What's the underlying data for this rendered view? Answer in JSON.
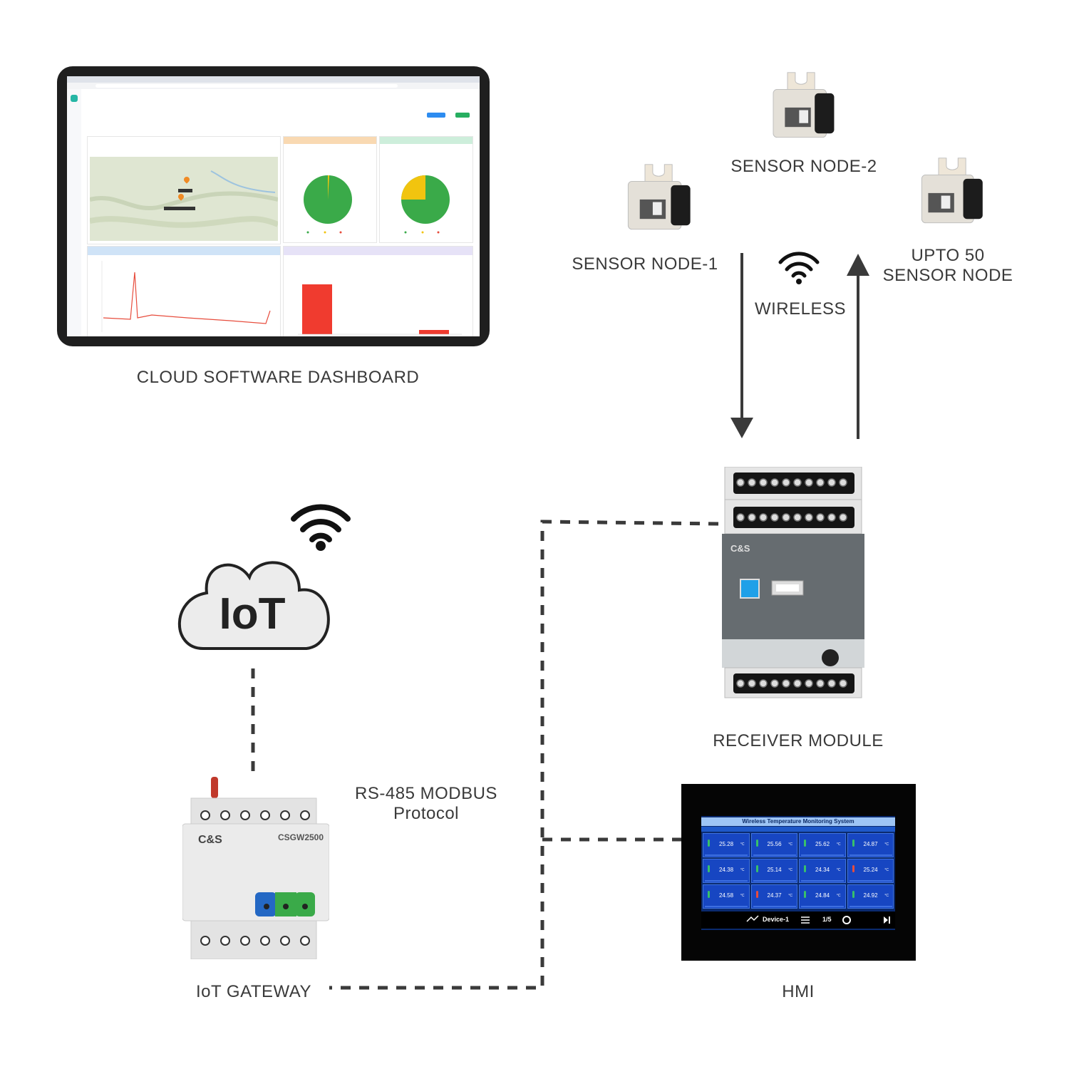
{
  "labels": {
    "cloud_dashboard": "CLOUD SOFTWARE  DASHBOARD",
    "sensor_node_1": "SENSOR NODE-1",
    "sensor_node_2": "SENSOR NODE-2",
    "upto_50_line1": "UPTO 50",
    "upto_50_line2": "SENSOR NODE",
    "wireless": "WIRELESS",
    "iot_cloud": "IoT",
    "rs485_line1": "RS-485 MODBUS",
    "rs485_line2": "Protocol",
    "receiver_module": "RECEIVER  MODULE",
    "iot_gateway": "IoT GATEWAY",
    "hmi": "HMI"
  },
  "devices": {
    "gateway_brand": "C&S",
    "gateway_model": "CSGW2500",
    "receiver_brand": "C&S"
  },
  "hmi_screen": {
    "title": "Wireless Temperature Monitoring System",
    "readings": [
      "25.28",
      "25.56",
      "25.62",
      "24.87",
      "24.38",
      "25.14",
      "24.34",
      "25.24",
      "24.58",
      "24.37",
      "24.84",
      "24.92"
    ],
    "unit": "°C",
    "device_label": "Device-1",
    "page": "1/5"
  },
  "colors": {
    "line": "#3a3a3a",
    "hmi_cell": "#1746c2",
    "cloud_fill": "#ececec",
    "gateway_body": "#ebebeb",
    "receiver_face": "#666c70"
  },
  "icons": [
    "wifi-icon",
    "cloud-icon",
    "arrow-down-icon",
    "arrow-up-icon"
  ]
}
